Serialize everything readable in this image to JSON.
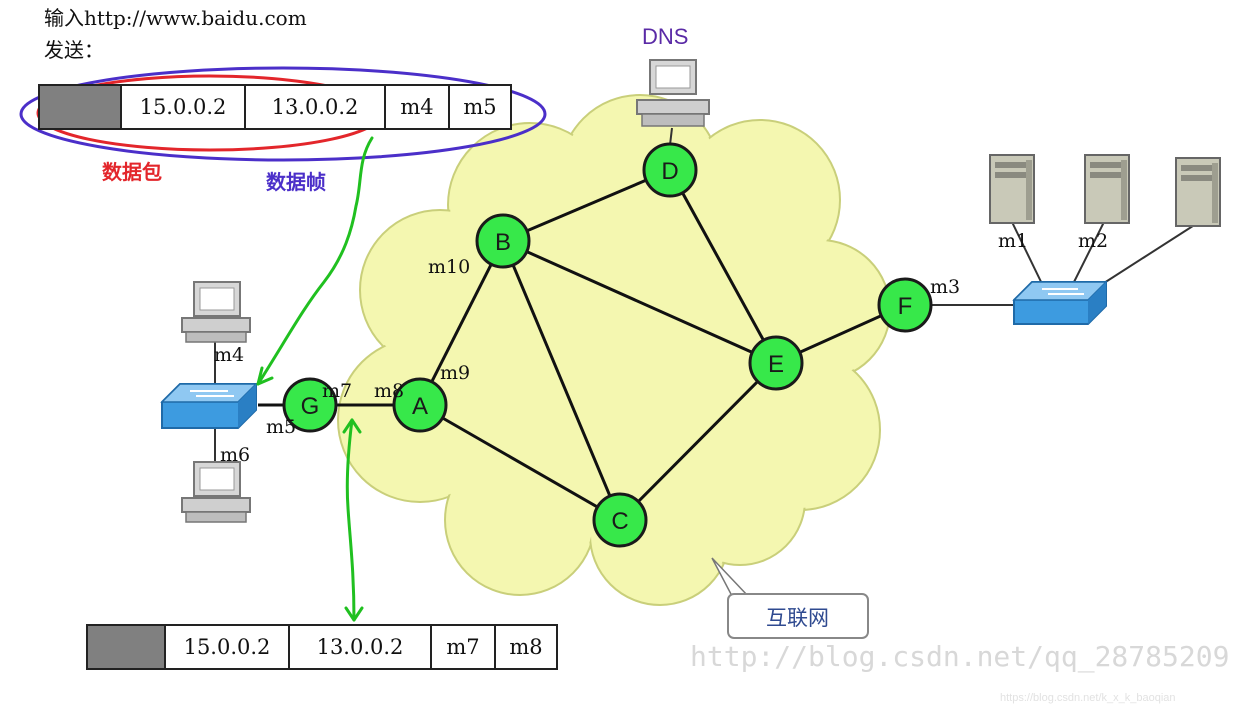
{
  "header": {
    "line1": "输入http://www.baidu.com",
    "line2": "发送："
  },
  "frame_top": {
    "cells": [
      "",
      "15.0.0.2",
      "13.0.0.2",
      "m4",
      "m5"
    ]
  },
  "frame_bottom": {
    "cells": [
      "",
      "15.0.0.2",
      "13.0.0.2",
      "m7",
      "m8"
    ]
  },
  "labels": {
    "packet": "数据包",
    "frame": "数据帧",
    "dns": "DNS",
    "internet": "互联网"
  },
  "nodes": [
    "A",
    "B",
    "C",
    "D",
    "E",
    "F",
    "G"
  ],
  "macs": {
    "m1": "m1",
    "m2": "m2",
    "m3": "m3",
    "m4": "m4",
    "m5": "m5",
    "m6": "m6",
    "m7": "m7",
    "m8": "m8",
    "m9": "m9",
    "m10": "m10"
  },
  "watermark": {
    "main": "http://blog.csdn.net/qq_28785209",
    "small": "https://blog.csdn.net/k_x_k_baoqian"
  },
  "colors": {
    "cloud": "#f4f7b0",
    "node": "#37e84a",
    "packet_ellipse": "#e3262b",
    "frame_ellipse": "#4b2fc9",
    "arrow": "#20c020"
  }
}
